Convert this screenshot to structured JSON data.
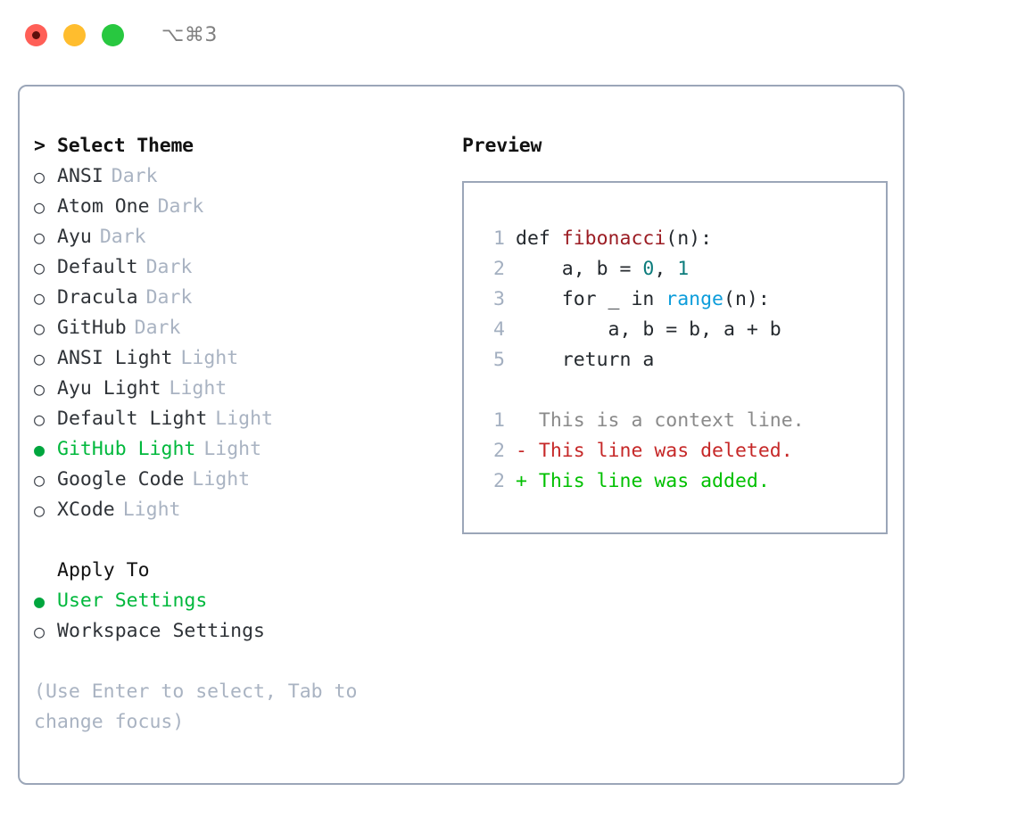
{
  "titlebar": {
    "shortcut": "⌥⌘3",
    "buttons": [
      "close",
      "minimize",
      "maximize"
    ]
  },
  "theme_picker": {
    "heading": "Select Theme",
    "caret": ">",
    "bullet_unselected": "○",
    "bullet_selected": "●",
    "items": [
      {
        "name": "ANSI",
        "tag": "Dark",
        "selected": false
      },
      {
        "name": "Atom One",
        "tag": "Dark",
        "selected": false
      },
      {
        "name": "Ayu",
        "tag": "Dark",
        "selected": false
      },
      {
        "name": "Default",
        "tag": "Dark",
        "selected": false
      },
      {
        "name": "Dracula",
        "tag": "Dark",
        "selected": false
      },
      {
        "name": "GitHub",
        "tag": "Dark",
        "selected": false
      },
      {
        "name": "ANSI Light",
        "tag": "Light",
        "selected": false
      },
      {
        "name": "Ayu Light",
        "tag": "Light",
        "selected": false
      },
      {
        "name": "Default Light",
        "tag": "Light",
        "selected": false
      },
      {
        "name": "GitHub Light",
        "tag": "Light",
        "selected": true
      },
      {
        "name": "Google Code",
        "tag": "Light",
        "selected": false
      },
      {
        "name": "XCode",
        "tag": "Light",
        "selected": false
      }
    ]
  },
  "apply_to": {
    "heading": "Apply To",
    "items": [
      {
        "name": "User Settings",
        "selected": true
      },
      {
        "name": "Workspace Settings",
        "selected": false
      }
    ]
  },
  "hint": "(Use Enter to select, Tab to change focus)",
  "preview": {
    "title": "Preview",
    "code_lines": [
      {
        "no": "1",
        "parts": [
          {
            "t": "def ",
            "c": "plain"
          },
          {
            "t": "fibonacci",
            "c": "fn"
          },
          {
            "t": "(n):",
            "c": "plain"
          }
        ]
      },
      {
        "no": "2",
        "parts": [
          {
            "t": "    a, b = ",
            "c": "plain"
          },
          {
            "t": "0",
            "c": "num"
          },
          {
            "t": ", ",
            "c": "plain"
          },
          {
            "t": "1",
            "c": "num"
          }
        ]
      },
      {
        "no": "3",
        "parts": [
          {
            "t": "    for _ in ",
            "c": "plain"
          },
          {
            "t": "range",
            "c": "call"
          },
          {
            "t": "(n):",
            "c": "plain"
          }
        ]
      },
      {
        "no": "4",
        "parts": [
          {
            "t": "        a, b = b, a + b",
            "c": "plain"
          }
        ]
      },
      {
        "no": "5",
        "parts": [
          {
            "t": "    return a",
            "c": "plain"
          }
        ]
      }
    ],
    "diff_lines": [
      {
        "no": "1",
        "marker": "  ",
        "text": "This is a context line.",
        "kind": "ctx"
      },
      {
        "no": "2",
        "marker": "- ",
        "text": "This line was deleted.",
        "kind": "del"
      },
      {
        "no": "2",
        "marker": "+ ",
        "text": "This line was added.",
        "kind": "add"
      }
    ]
  },
  "colors": {
    "accent_green": "#00b83e",
    "border": "#9ba6b8",
    "muted": "#a9b3c2",
    "diff_delete": "#c62828",
    "diff_add": "#00c000",
    "token_function": "#9b1c23",
    "token_number": "#0c7c7c",
    "token_call": "#0d9ddb",
    "light_red": "#ff5f57",
    "light_amber": "#ffbd2e",
    "light_green": "#28c840"
  }
}
